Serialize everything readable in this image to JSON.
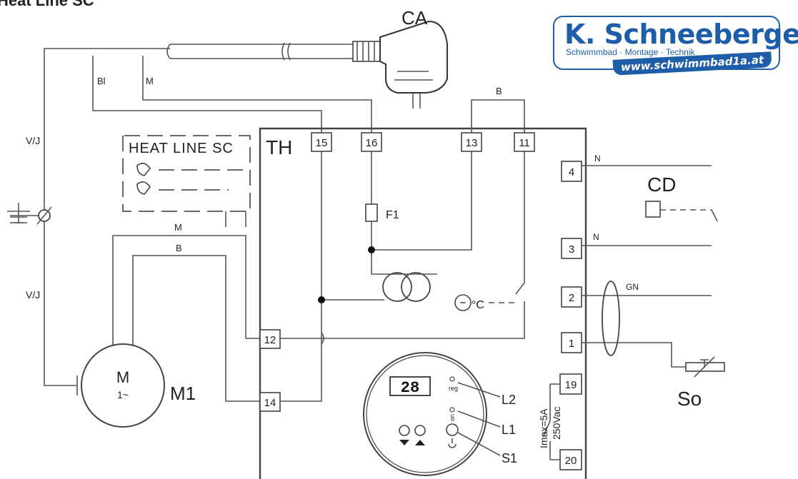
{
  "header_partial": "Heat Line SC",
  "logo": {
    "name": "K. Schneeberger",
    "subtitle": "Schwimmbad · Montage · Technik",
    "url": "www.schwimmbad1a.at"
  },
  "labels": {
    "ca": "CA",
    "th": "TH",
    "cd": "CD",
    "m1": "M1",
    "f1": "F1",
    "so": "So",
    "l1": "L1",
    "l2": "L2",
    "s1": "S1",
    "bl": "Bl",
    "m_cable": "M",
    "b_top": "B",
    "vj_top": "V/J",
    "vj_bottom": "V/J",
    "m_wire": "M",
    "b_wire": "B",
    "n_top": "N",
    "n_mid": "N",
    "gn": "GN",
    "heat_line_sc": "HEAT LINE SC",
    "motor_m": "M",
    "motor_phase": "1~",
    "display": "28",
    "reg": "reg",
    "on": "on",
    "imax": "Imax=5A",
    "vac": "250Vac",
    "temp": "°C"
  },
  "terminals": [
    "15",
    "16",
    "13",
    "11",
    "4",
    "3",
    "2",
    "1",
    "12",
    "14",
    "19",
    "20"
  ]
}
